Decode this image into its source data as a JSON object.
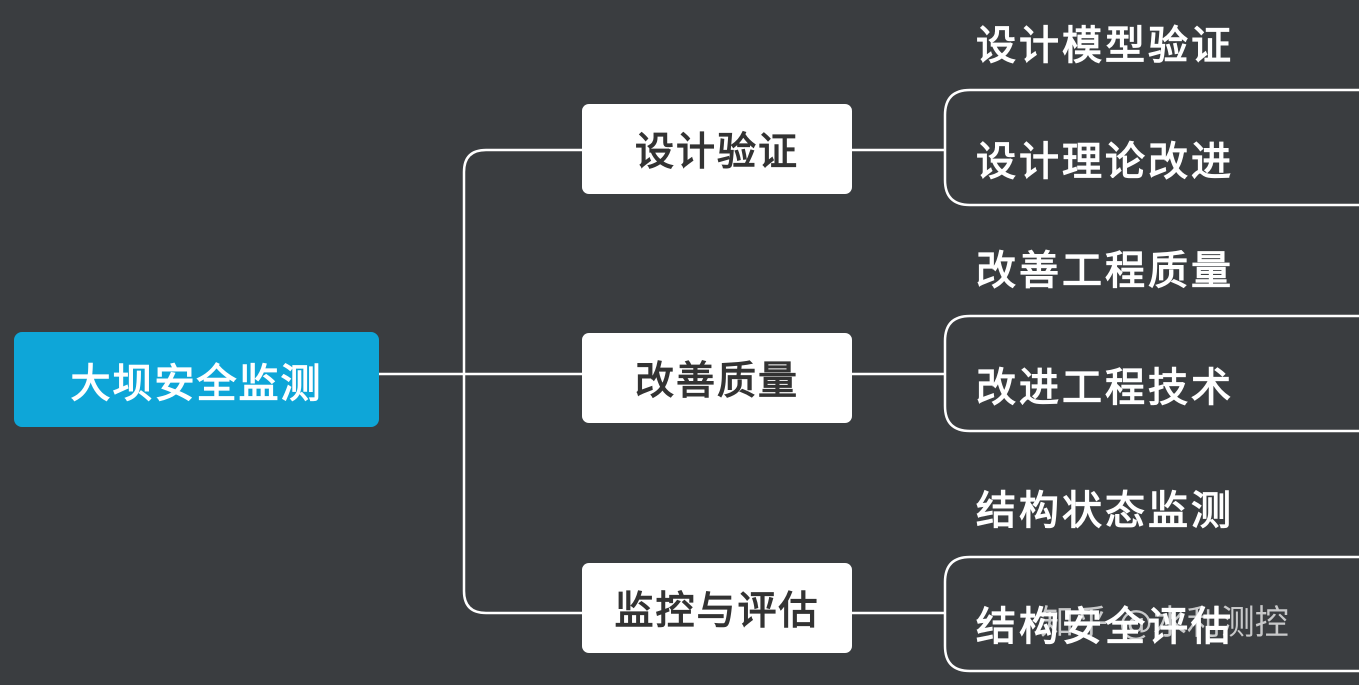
{
  "root": {
    "label": "大坝安全监测",
    "color": "#0ea6d8"
  },
  "branches": [
    {
      "label": "设计验证",
      "leaves": [
        "设计模型验证",
        "设计理论改进"
      ]
    },
    {
      "label": "改善质量",
      "leaves": [
        "改善工程质量",
        "改进工程技术"
      ]
    },
    {
      "label": "监控与评估",
      "leaves": [
        "结构状态监测",
        "结构安全评估"
      ]
    }
  ],
  "watermark": {
    "text": "知乎 @水利测控",
    "icon": "zhihu-logo"
  },
  "colors": {
    "background": "#3a3d40",
    "connector": "#ffffff",
    "branch_fill": "#ffffff",
    "branch_text": "#333333"
  }
}
